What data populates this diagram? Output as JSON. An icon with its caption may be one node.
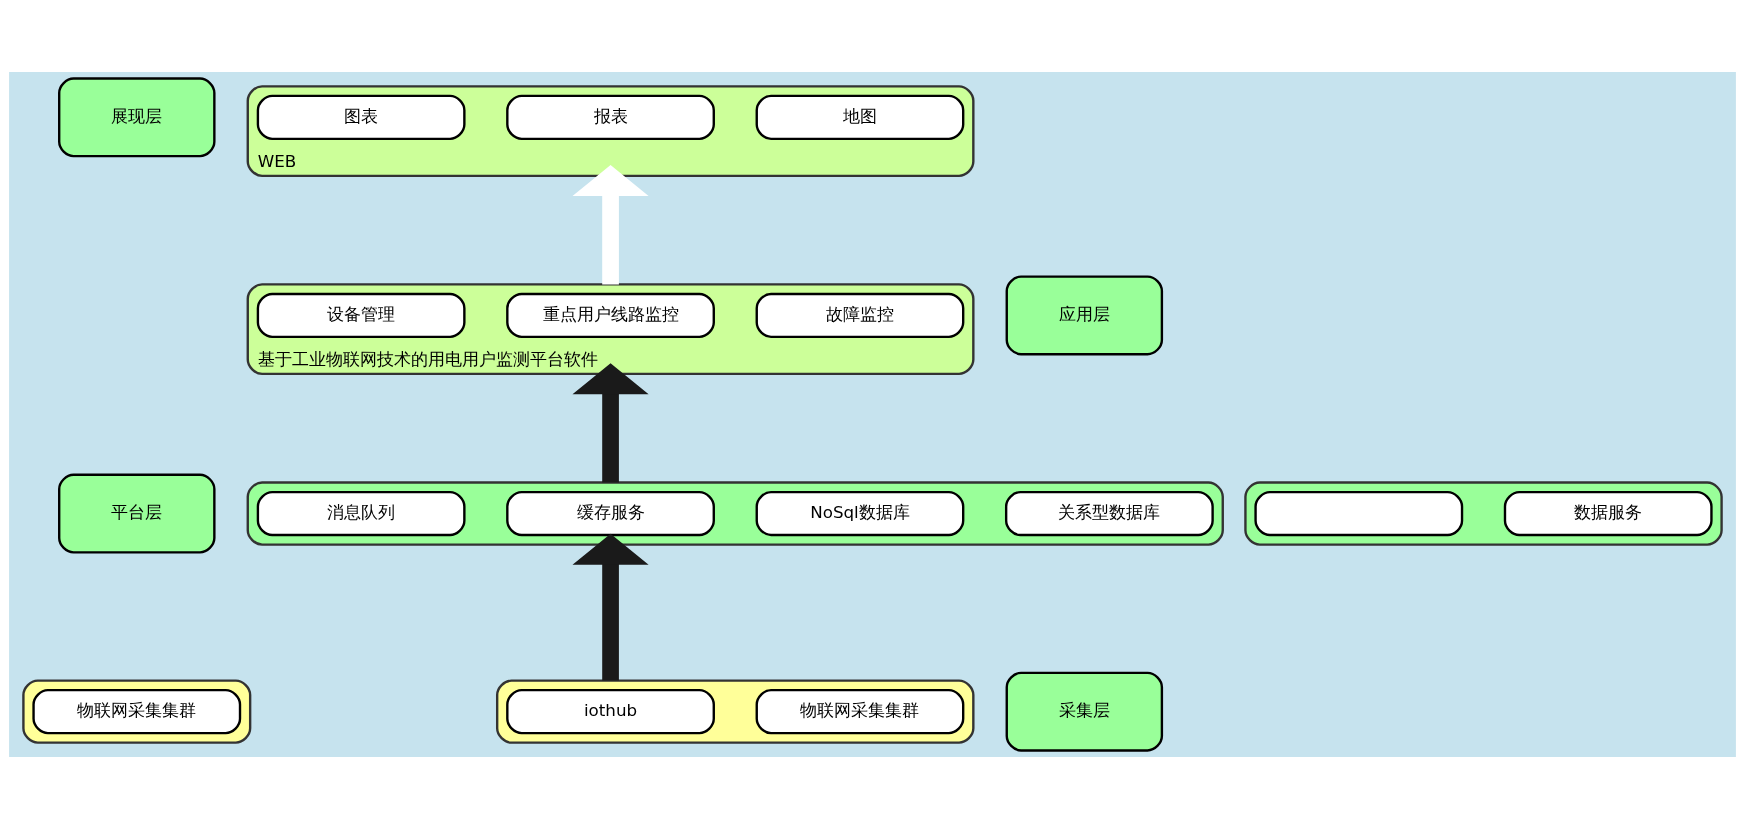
{
  "diagram": {
    "nodes": [
      {
        "text": [
          "展现层"
        ]
      },
      {
        "text": [
          "WEB"
        ]
      },
      {
        "text": [
          "图表"
        ],
        "in": 1
      },
      {
        "text": [
          "报表"
        ],
        "in": 1
      },
      {
        "text": [
          "地图"
        ],
        "in": 1
      },
      {
        "text": [
          "应用层"
        ]
      },
      {
        "text": [
          "基于工业物联网技术的用电用户监测平台软件"
        ]
      },
      {
        "text": [
          "设备管理"
        ],
        "in": 6
      },
      {
        "text": [
          "重点用户线路监控"
        ],
        "in": 6
      },
      {
        "text": [
          "故障监控"
        ],
        "in": 6
      },
      {
        "text": [
          "平台层"
        ]
      },
      {
        "text": [],
        "shape": "box"
      },
      {
        "text": [],
        "shape": "box",
        "in": 11
      },
      {
        "text": [
          "数据服务"
        ],
        "in": 11
      },
      {
        "text": [],
        "shape": "box"
      },
      {
        "text": [
          "消息队列"
        ],
        "in": 14
      },
      {
        "text": [
          "缓存服务"
        ],
        "in": 14
      },
      {
        "text": [
          "NoSql数据库"
        ],
        "in": 14
      },
      {
        "text": [
          "关系型数据库"
        ],
        "in": 14
      },
      {
        "text": [
          "采集层"
        ]
      },
      {
        "text": [],
        "shape": "box"
      },
      {
        "text": [
          "物联网采集集群"
        ],
        "in": 20
      },
      {
        "text": [],
        "shape": "box"
      },
      {
        "text": [
          "iothub"
        ],
        "in": 22
      },
      {
        "text": [
          "物联网采集集群"
        ],
        "in": 22
      }
    ],
    "edges": [
      {
        "from": 6,
        "to": 1,
        "arrow": "to",
        "color": "#ffffff"
      },
      {
        "from": 14,
        "to": 6,
        "arrow": "to"
      },
      {
        "from": 22,
        "to": 14,
        "arrow": "to"
      }
    ]
  }
}
